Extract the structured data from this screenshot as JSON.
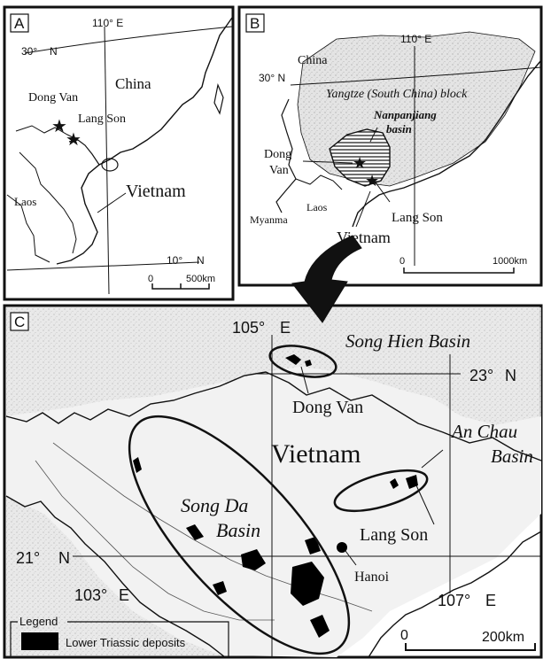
{
  "colors": {
    "ink": "#111111",
    "land": "#d9d9d9",
    "china_land": "#e6e6e6",
    "paper": "#ffffff",
    "deposit": "#000000"
  },
  "panel_a": {
    "label": "A",
    "meridian": "110° E",
    "lat_top": "30°",
    "lat_top_n": "N",
    "lat_bottom": "10°",
    "lat_bottom_n": "N",
    "places": {
      "china": "China",
      "dong_van": "Dong Van",
      "lang_son": "Lang Son",
      "laos": "Laos",
      "vietnam": "Vietnam"
    },
    "scale": {
      "zero": "0",
      "end": "500km"
    }
  },
  "panel_b": {
    "label": "B",
    "meridian": "110° E",
    "lat": "30° N",
    "places": {
      "china": "China",
      "block": "Yangtze (South China) block",
      "basin_line1": "Nanpanjiang",
      "basin_line2": "basin",
      "dong": "Dong",
      "van": "Van",
      "laos": "Laos",
      "myanma": "Myanma",
      "vietnam": "Vietnam",
      "lang_son": "Lang Son"
    },
    "scale": {
      "zero": "0",
      "end": "1000km"
    }
  },
  "panel_c": {
    "label": "C",
    "meridian_105": "105°",
    "meridian_105_e": "E",
    "lat_23": "23°",
    "lat_23_n": "N",
    "lat_21": "21°",
    "lat_21_n": "N",
    "meridian_103": "103°",
    "meridian_103_e": "E",
    "meridian_107": "107°",
    "meridian_107_e": "E",
    "country": "Vietnam",
    "basins": {
      "song_hien": "Song Hien Basin",
      "an_chau_1": "An Chau",
      "an_chau_2": "Basin",
      "song_da_1": "Song Da",
      "song_da_2": "Basin"
    },
    "places": {
      "dong_van": "Dong Van",
      "lang_son": "Lang Son",
      "hanoi": "Hanoi"
    },
    "scale": {
      "zero": "0",
      "end": "200km"
    },
    "legend": {
      "title": "Legend",
      "item": "Lower Triassic deposits"
    }
  }
}
